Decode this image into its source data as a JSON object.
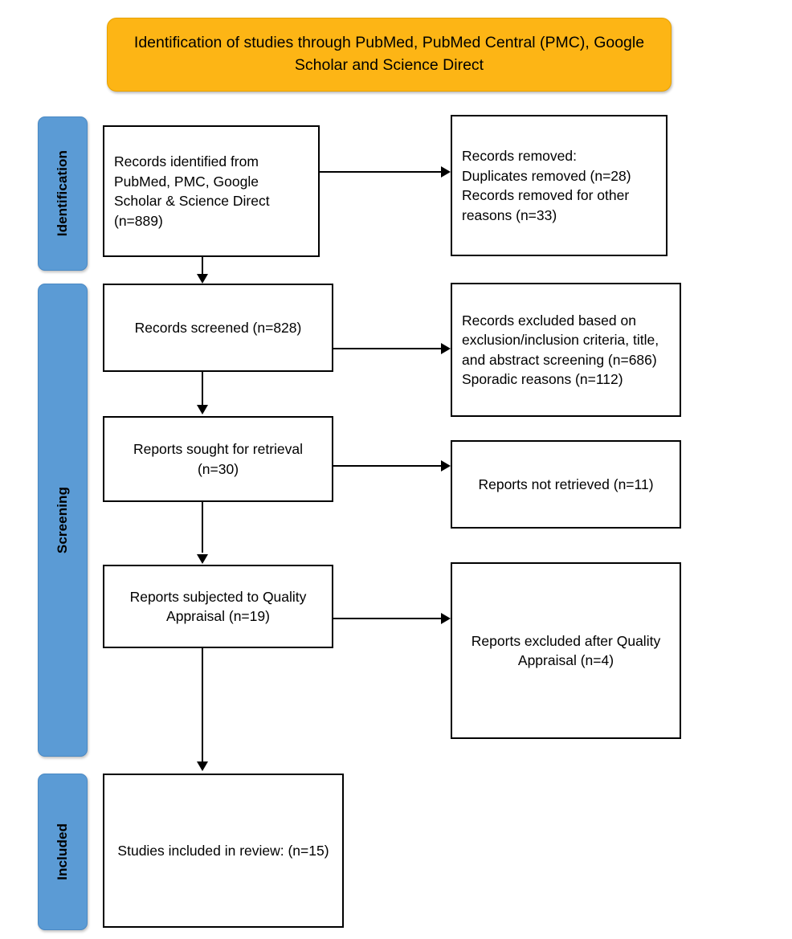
{
  "diagram": {
    "type": "prisma-flow-diagram",
    "banner": {
      "text": "Identification of studies through PubMed, PubMed Central (PMC), Google Scholar and Science Direct",
      "color": "#FDB515"
    },
    "stage_color": "#5B9BD5",
    "stages": [
      {
        "id": "identification",
        "label": "Identification"
      },
      {
        "id": "screening",
        "label": "Screening"
      },
      {
        "id": "included",
        "label": "Included"
      }
    ],
    "boxes": {
      "identified": "Records identified from PubMed, PMC, Google Scholar & Science Direct (n=889)",
      "removed": "Records removed:\nDuplicates removed (n=28)\nRecords removed for other reasons (n=33)",
      "screened": "Records screened (n=828)",
      "excluded_screen": "Records excluded based on exclusion/inclusion criteria, title, and abstract screening (n=686)\nSporadic reasons (n=112)",
      "sought": "Reports sought for retrieval (n=30)",
      "not_retrieved": "Reports not retrieved (n=11)",
      "appraised": "Reports subjected to Quality Appraisal (n=19)",
      "excluded_qa": "Reports excluded after Quality Appraisal (n=4)",
      "included": "Studies included in review: (n=15)"
    },
    "counts": {
      "identified": 889,
      "duplicates_removed": 28,
      "removed_other_reasons": 33,
      "screened": 828,
      "excluded_screening": 686,
      "sporadic_reasons": 112,
      "sought_for_retrieval": 30,
      "not_retrieved": 11,
      "quality_appraisal": 19,
      "excluded_after_appraisal": 4,
      "included_in_review": 15
    }
  }
}
